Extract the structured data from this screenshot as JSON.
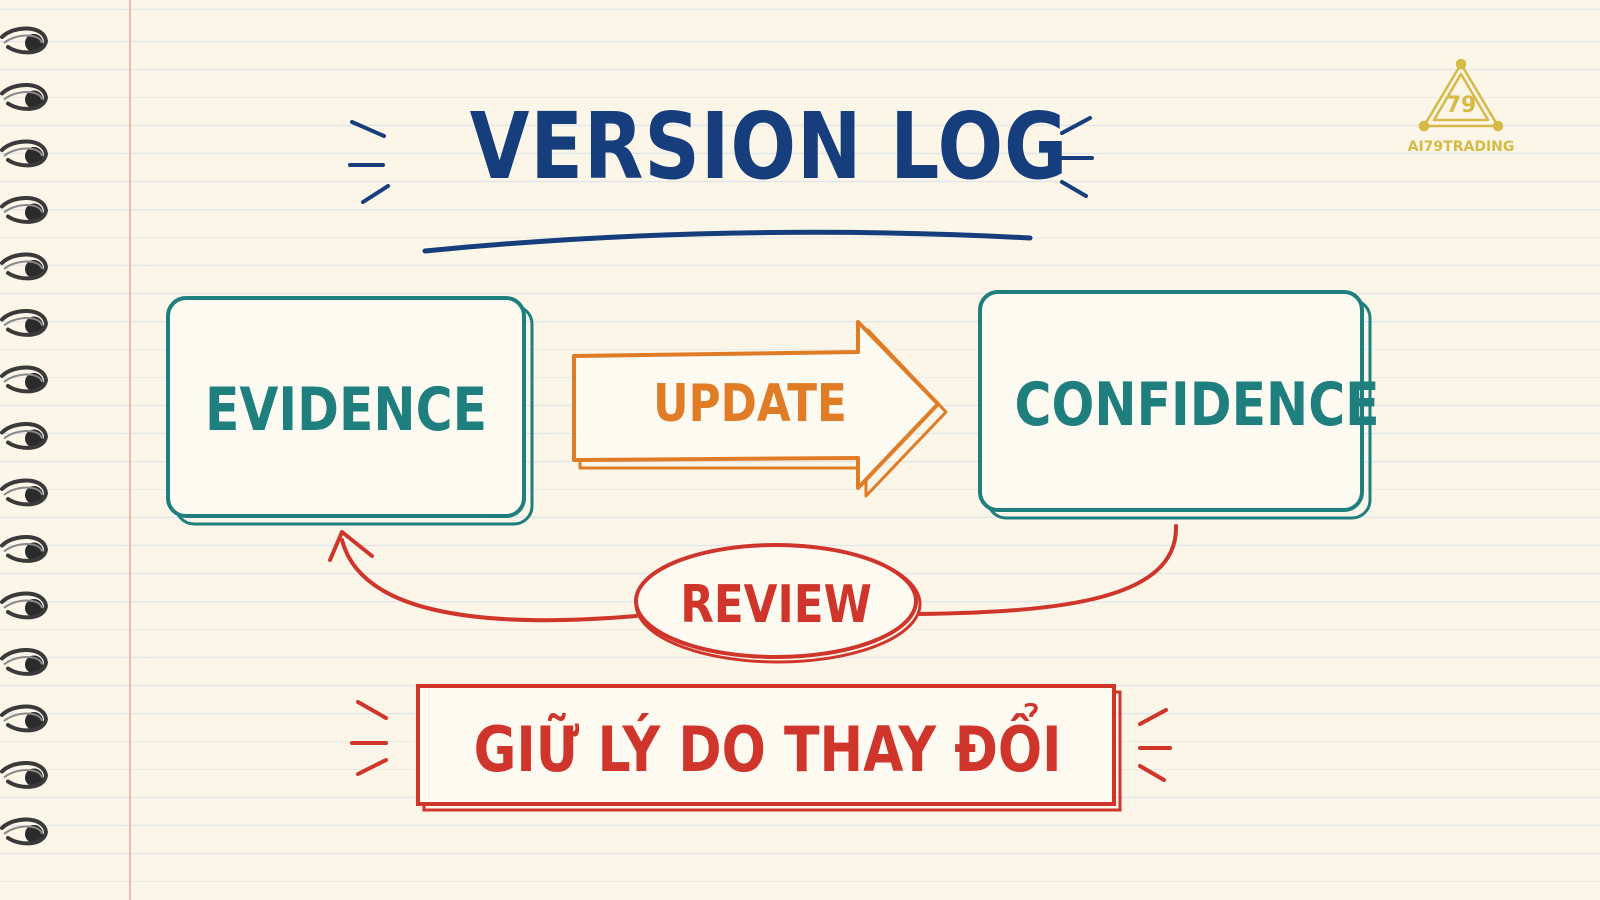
{
  "title": "VERSION LOG",
  "nodes": {
    "evidence": "EVIDENCE",
    "update": "UPDATE",
    "confidence": "CONFIDENCE",
    "review": "REVIEW"
  },
  "note": "GIỮ LÝ DO THAY ĐỔI",
  "logo": {
    "number": "79",
    "text": "AI79TRADING"
  },
  "colors": {
    "title": "#163d7c",
    "teal": "#1f7e7e",
    "orange": "#e07b26",
    "red": "#d0352c",
    "gold": "#d6ba45",
    "paper": "#fbf6e8"
  }
}
